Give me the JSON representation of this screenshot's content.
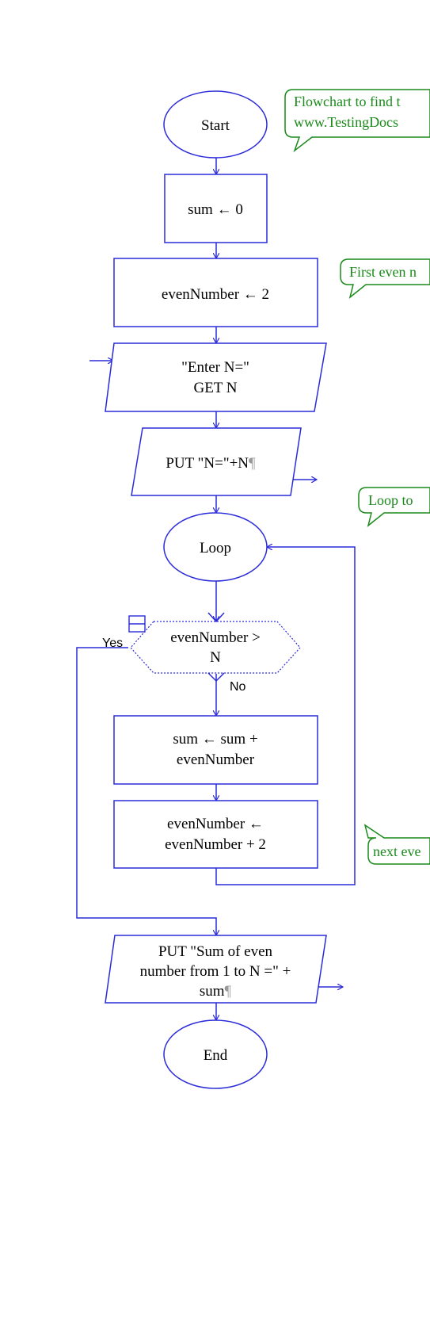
{
  "flowchart": {
    "start_label": "Start",
    "init_sum": "sum ← 0",
    "init_even": "evenNumber ← 2",
    "input_line1": "\"Enter N=\"",
    "input_line2": "GET N",
    "put_n": "PUT \"N=\"+N",
    "loop_label": "Loop",
    "decision_line1": "evenNumber >",
    "decision_line2": "N",
    "yes_label": "Yes",
    "no_label": "No",
    "add_line1": "sum ← sum  +",
    "add_line2": "evenNumber",
    "inc_line1": "evenNumber ←",
    "inc_line2": "evenNumber  +  2",
    "output_line1": "PUT \"Sum of even",
    "output_line2": "number from 1 to N =\" +",
    "output_line3": "sum",
    "end_label": "End",
    "paragraph_mark": "¶"
  },
  "comments": {
    "title_line1": "Flowchart to find t",
    "title_line2": "www.TestingDocs",
    "first_even": "First even n",
    "loop_to": "Loop to",
    "next_even": "next eve"
  },
  "colors": {
    "line": "#2b2bd9",
    "comment": "#1a8a1a",
    "background": "#ffffff"
  }
}
